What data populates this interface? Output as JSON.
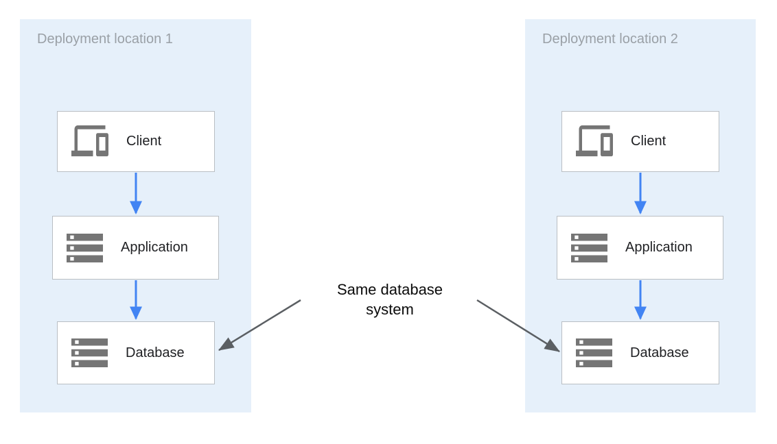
{
  "diagram": {
    "center_label": {
      "line1": "Same database",
      "line2": "system"
    },
    "panels": [
      {
        "title": "Deployment location 1",
        "nodes": [
          {
            "label": "Client",
            "icon": "devices-icon"
          },
          {
            "label": "Application",
            "icon": "server-stack-icon"
          },
          {
            "label": "Database",
            "icon": "server-stack-icon"
          }
        ]
      },
      {
        "title": "Deployment location 2",
        "nodes": [
          {
            "label": "Client",
            "icon": "devices-icon"
          },
          {
            "label": "Application",
            "icon": "server-stack-icon"
          },
          {
            "label": "Database",
            "icon": "server-stack-icon"
          }
        ]
      }
    ],
    "colors": {
      "panel_background": "#E6F0FA",
      "panel_title_gray": "#9AA0A6",
      "node_border_gray": "#B9BEC3",
      "node_label_text": "#202124",
      "icon_gray": "#757575",
      "flow_arrow_blue": "#4284F3",
      "annotation_arrow_gray": "#5B5F63",
      "annotation_text": "#0b0b0b"
    }
  }
}
